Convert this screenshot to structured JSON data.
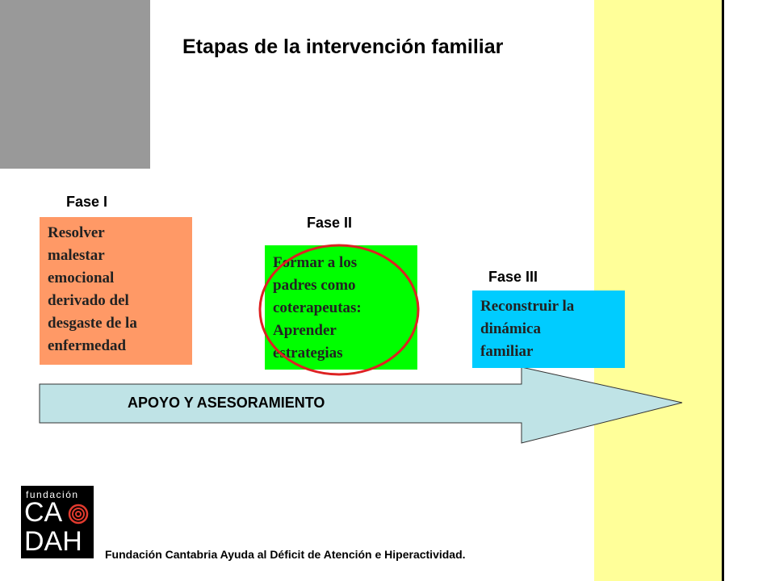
{
  "title": "Etapas de la intervención familiar",
  "phases": [
    {
      "label": "Fase I",
      "lines": [
        "Resolver",
        "malestar",
        "emocional",
        "derivado del",
        "desgaste de la",
        "enfermedad"
      ]
    },
    {
      "label": "Fase II",
      "lines": [
        "Formar a los",
        "padres como",
        "coterapeutas:",
        "Aprender",
        "estrategias"
      ]
    },
    {
      "label": "Fase III",
      "lines": [
        "Reconstruir la",
        "dinámica",
        "familiar"
      ]
    }
  ],
  "arrow_label": "APOYO Y ASESORAMIENTO",
  "logo": {
    "top": "fundación",
    "line1": "CA",
    "line2": "DAH"
  },
  "footer": "Fundación Cantabria Ayuda al Déficit de Atención e Hiperactividad.",
  "colors": {
    "phase1": "#ff9966",
    "phase2": "#00ff00",
    "phase3": "#00ccff",
    "arrow": "#bfe3e6",
    "highlight_circle": "#dd2222",
    "side_band": "#ffff99"
  }
}
